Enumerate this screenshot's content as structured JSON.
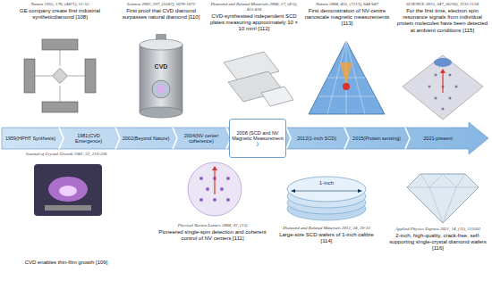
{
  "diagram": {
    "nodes": [
      {
        "text": [
          "Nature 1955, 176, (4471), 51-55",
          "GE company create first industrial syntheticdiamond [108]"
        ]
      },
      {
        "text": [
          "Science 2002, 297, (5587), 1670-1672",
          "First proof that CVD diamond surpasses natural diamond [110]"
        ]
      },
      {
        "text": [
          "Diamond and Related Materials 2008, 17, (4-5), 415-418",
          "CVD-synthesised independent SCD plates measuring approximately 10 × 10 mm² [112]"
        ]
      },
      {
        "text": [
          "Nature 2008, 455, (7213), 644-647",
          "First demonstration of NV-centre nanoscale magnetic measurements [113]"
        ]
      },
      {
        "text": [
          "SCIENCE 2015, 347, (6226), 1135-1138",
          "For the first time, electron spin resonance signals from individual protein molecules have been detected at ambient conditions [115]"
        ]
      },
      {
        "text": [
          "1959(HPHT Synthesis)"
        ]
      },
      {
        "text": [
          "1981(CVD Emergence)"
        ]
      },
      {
        "text": [
          "2002(Beyond Nature)"
        ]
      },
      {
        "text": [
          "2004(NV center coherence)"
        ]
      },
      {
        "text": [
          "2008 (SCD and NV Magnetic Measurement )"
        ]
      },
      {
        "text": [
          "2012(1-inch SCD)"
        ]
      },
      {
        "text": [
          "2015(Protein sensing)"
        ]
      },
      {
        "text": [
          "2021-present"
        ]
      },
      {
        "text": [
          "Journal of Crystal Growth 1981, 52, 219-226",
          "CVD enables thin-film growth [109]"
        ]
      },
      {
        "text": [
          "Physical Review Letters 2004, 93, (13)",
          "Pioneered single-spin detection and coherent control of NV centers [111]"
        ]
      },
      {
        "text": [
          "Diamond and Related Materials 2012, 24, 29-33",
          "Large-size SCD wafers of 1-inch calibre [114]"
        ]
      },
      {
        "text": [
          "Applied Physics Express 2021, 14, (11), 115501",
          "2-inch, high-quality, crack-free, self-supporting single-crystal diamond wafers [116]"
        ]
      }
    ],
    "labels": [
      "CVD",
      "1-inch"
    ]
  }
}
